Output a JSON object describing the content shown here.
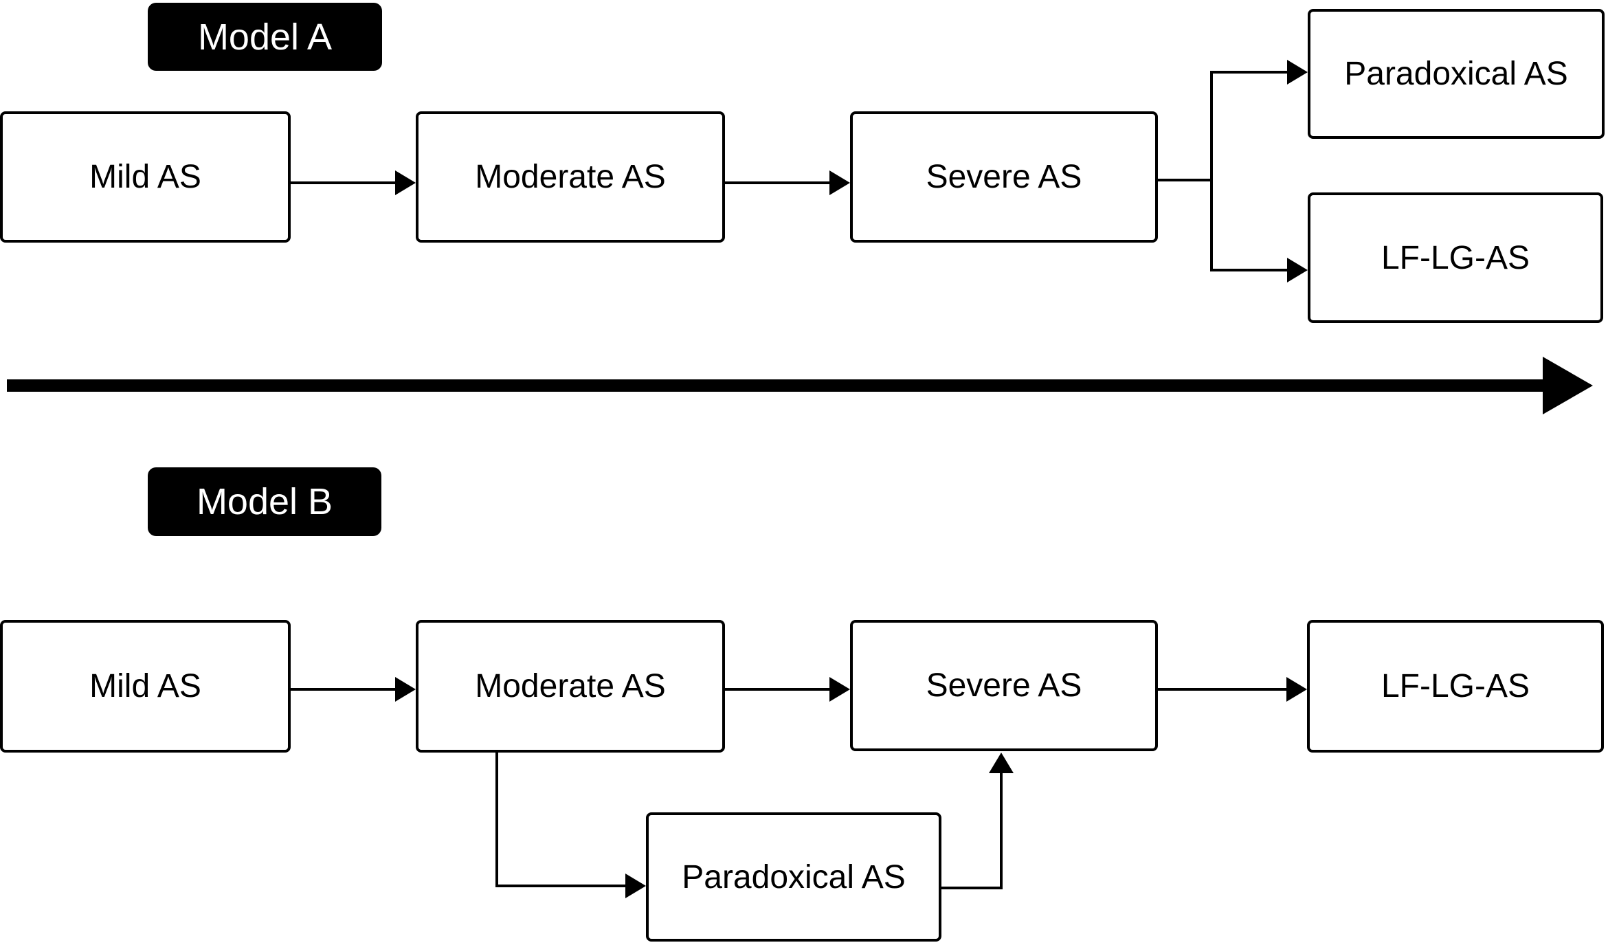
{
  "model_a": {
    "label": "Model A",
    "nodes": [
      {
        "label": "Mild AS"
      },
      {
        "label": "Moderate AS"
      },
      {
        "label": "Severe AS"
      },
      {
        "label": "Paradoxical AS"
      },
      {
        "label": "LF-LG-AS"
      }
    ]
  },
  "model_b": {
    "label": "Model B",
    "nodes": [
      {
        "label": "Mild AS"
      },
      {
        "label": "Moderate AS"
      },
      {
        "label": "Severe AS"
      },
      {
        "label": "LF-LG-AS"
      },
      {
        "label": "Paradoxical AS"
      }
    ]
  },
  "colors": {
    "background": "#ffffff",
    "node_fill": "#ffffff",
    "node_border": "#000000",
    "arrow": "#000000",
    "label_bg": "#000000",
    "label_text": "#ffffff"
  }
}
